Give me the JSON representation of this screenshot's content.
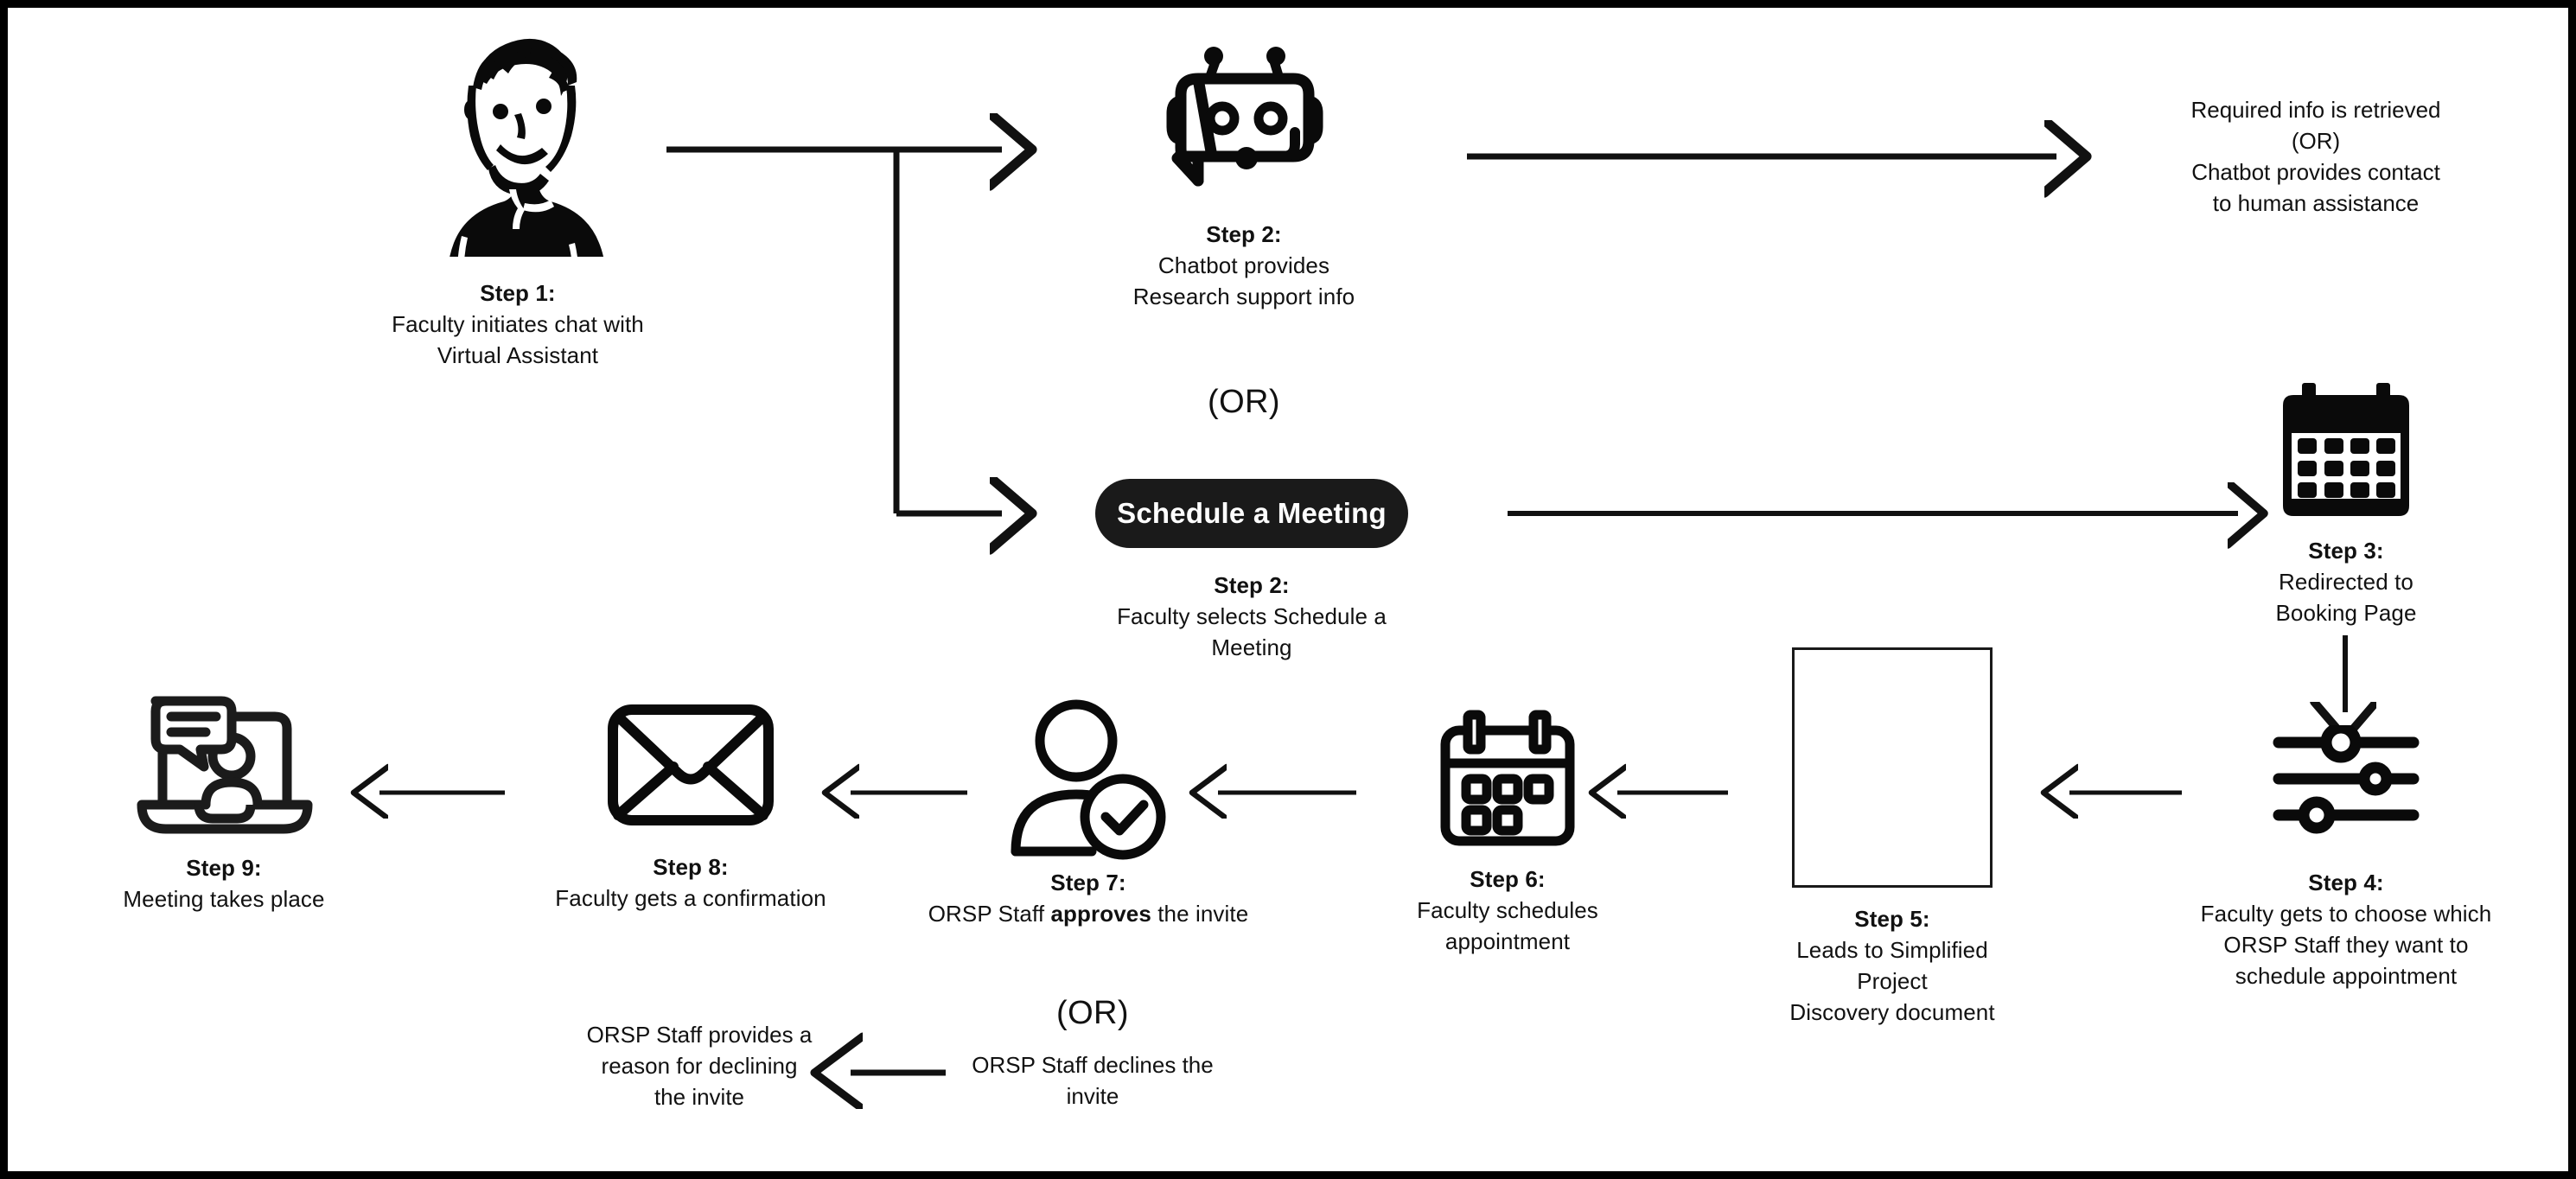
{
  "diagram": {
    "title": "ORSP Virtual Assistant scheduling flow",
    "background": "#ffffff",
    "stroke": "#111111",
    "frame_color": "#000000"
  },
  "nodes": {
    "step1": {
      "icon": "faculty-person-illustration",
      "step": "Step 1:",
      "line1": "Faculty initiates chat with",
      "line2": "Virtual Assistant"
    },
    "step2_chatbot": {
      "icon": "chatbot-icon",
      "step": "Step 2:",
      "line1": "Chatbot provides",
      "line2": "Research support info"
    },
    "chatbot_outcome": {
      "line1": "Required  info is retrieved",
      "line2": "(OR)",
      "line3": "Chatbot provides contact",
      "line4": "to human assistance"
    },
    "or_top": "(OR)",
    "step2_schedule": {
      "button_label": "Schedule a Meeting",
      "step": "Step 2:",
      "line1": "Faculty selects Schedule a",
      "line2": "Meeting"
    },
    "step3": {
      "icon": "calendar-filled-icon",
      "step": "Step 3:",
      "line1": "Redirected to",
      "line2": "Booking Page"
    },
    "step4": {
      "icon": "sliders-icon",
      "step": "Step 4:",
      "line1": "Faculty gets to choose which",
      "line2": "ORSP Staff they want to",
      "line3": "schedule appointment"
    },
    "step5": {
      "icon": "document-outline-icon",
      "step": "Step 5:",
      "line1": "Leads to Simplified Project",
      "line2": "Discovery document"
    },
    "step6": {
      "icon": "calendar-outline-icon",
      "step": "Step 6:",
      "line1": "Faculty schedules",
      "line2": "appointment"
    },
    "step7": {
      "icon": "user-check-icon",
      "step": "Step 7:",
      "text_pre": "ORSP Staff ",
      "text_bold": "approves",
      "text_post": " the invite"
    },
    "step8": {
      "icon": "envelope-icon",
      "step": "Step 8:",
      "line1": "Faculty gets a confirmation"
    },
    "step9": {
      "icon": "laptop-meeting-icon",
      "step": "Step 9:",
      "line1": "Meeting takes place"
    },
    "or_bottom": "(OR)",
    "decline": {
      "text_pre": "ORSP Staff ",
      "text_bold": "declines",
      "text_post": " the",
      "line2": "invite"
    },
    "decline_reason": {
      "text_pre": "ORSP Staff ",
      "text_bold1": "provides a",
      "text_bold2": "reason for declining",
      "line3": "the invite"
    }
  }
}
